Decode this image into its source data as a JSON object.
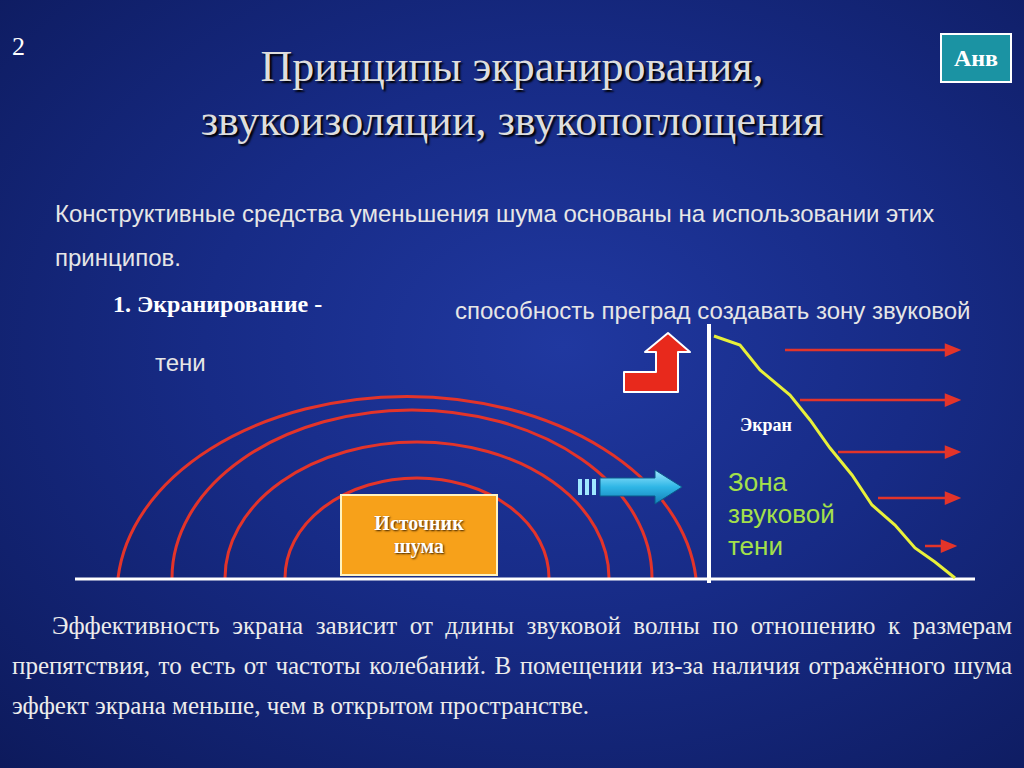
{
  "diagram": {
    "title": "Принципы экранирования, звукоизоляции, звукопоглощения",
    "nodes": [
      {
        "text": [
          "Анв"
        ]
      },
      {
        "text": [
          "Источник шума"
        ]
      }
    ],
    "labels": [
      "2",
      "Конструктивные средства уменьшения шума основаны на использовании этих принципов.",
      "1. Экранирование -",
      "способность преград создавать зону звуковой тени",
      "Экран",
      "Зона звуковой тени",
      "Эффективность экрана зависит от длины звуковой волны по отношению к размерам препятствия, то есть от частоты колебаний. В помещении из-за наличия отражённого шума эффект экрана меньше, чем в открытом пространстве."
    ]
  }
}
